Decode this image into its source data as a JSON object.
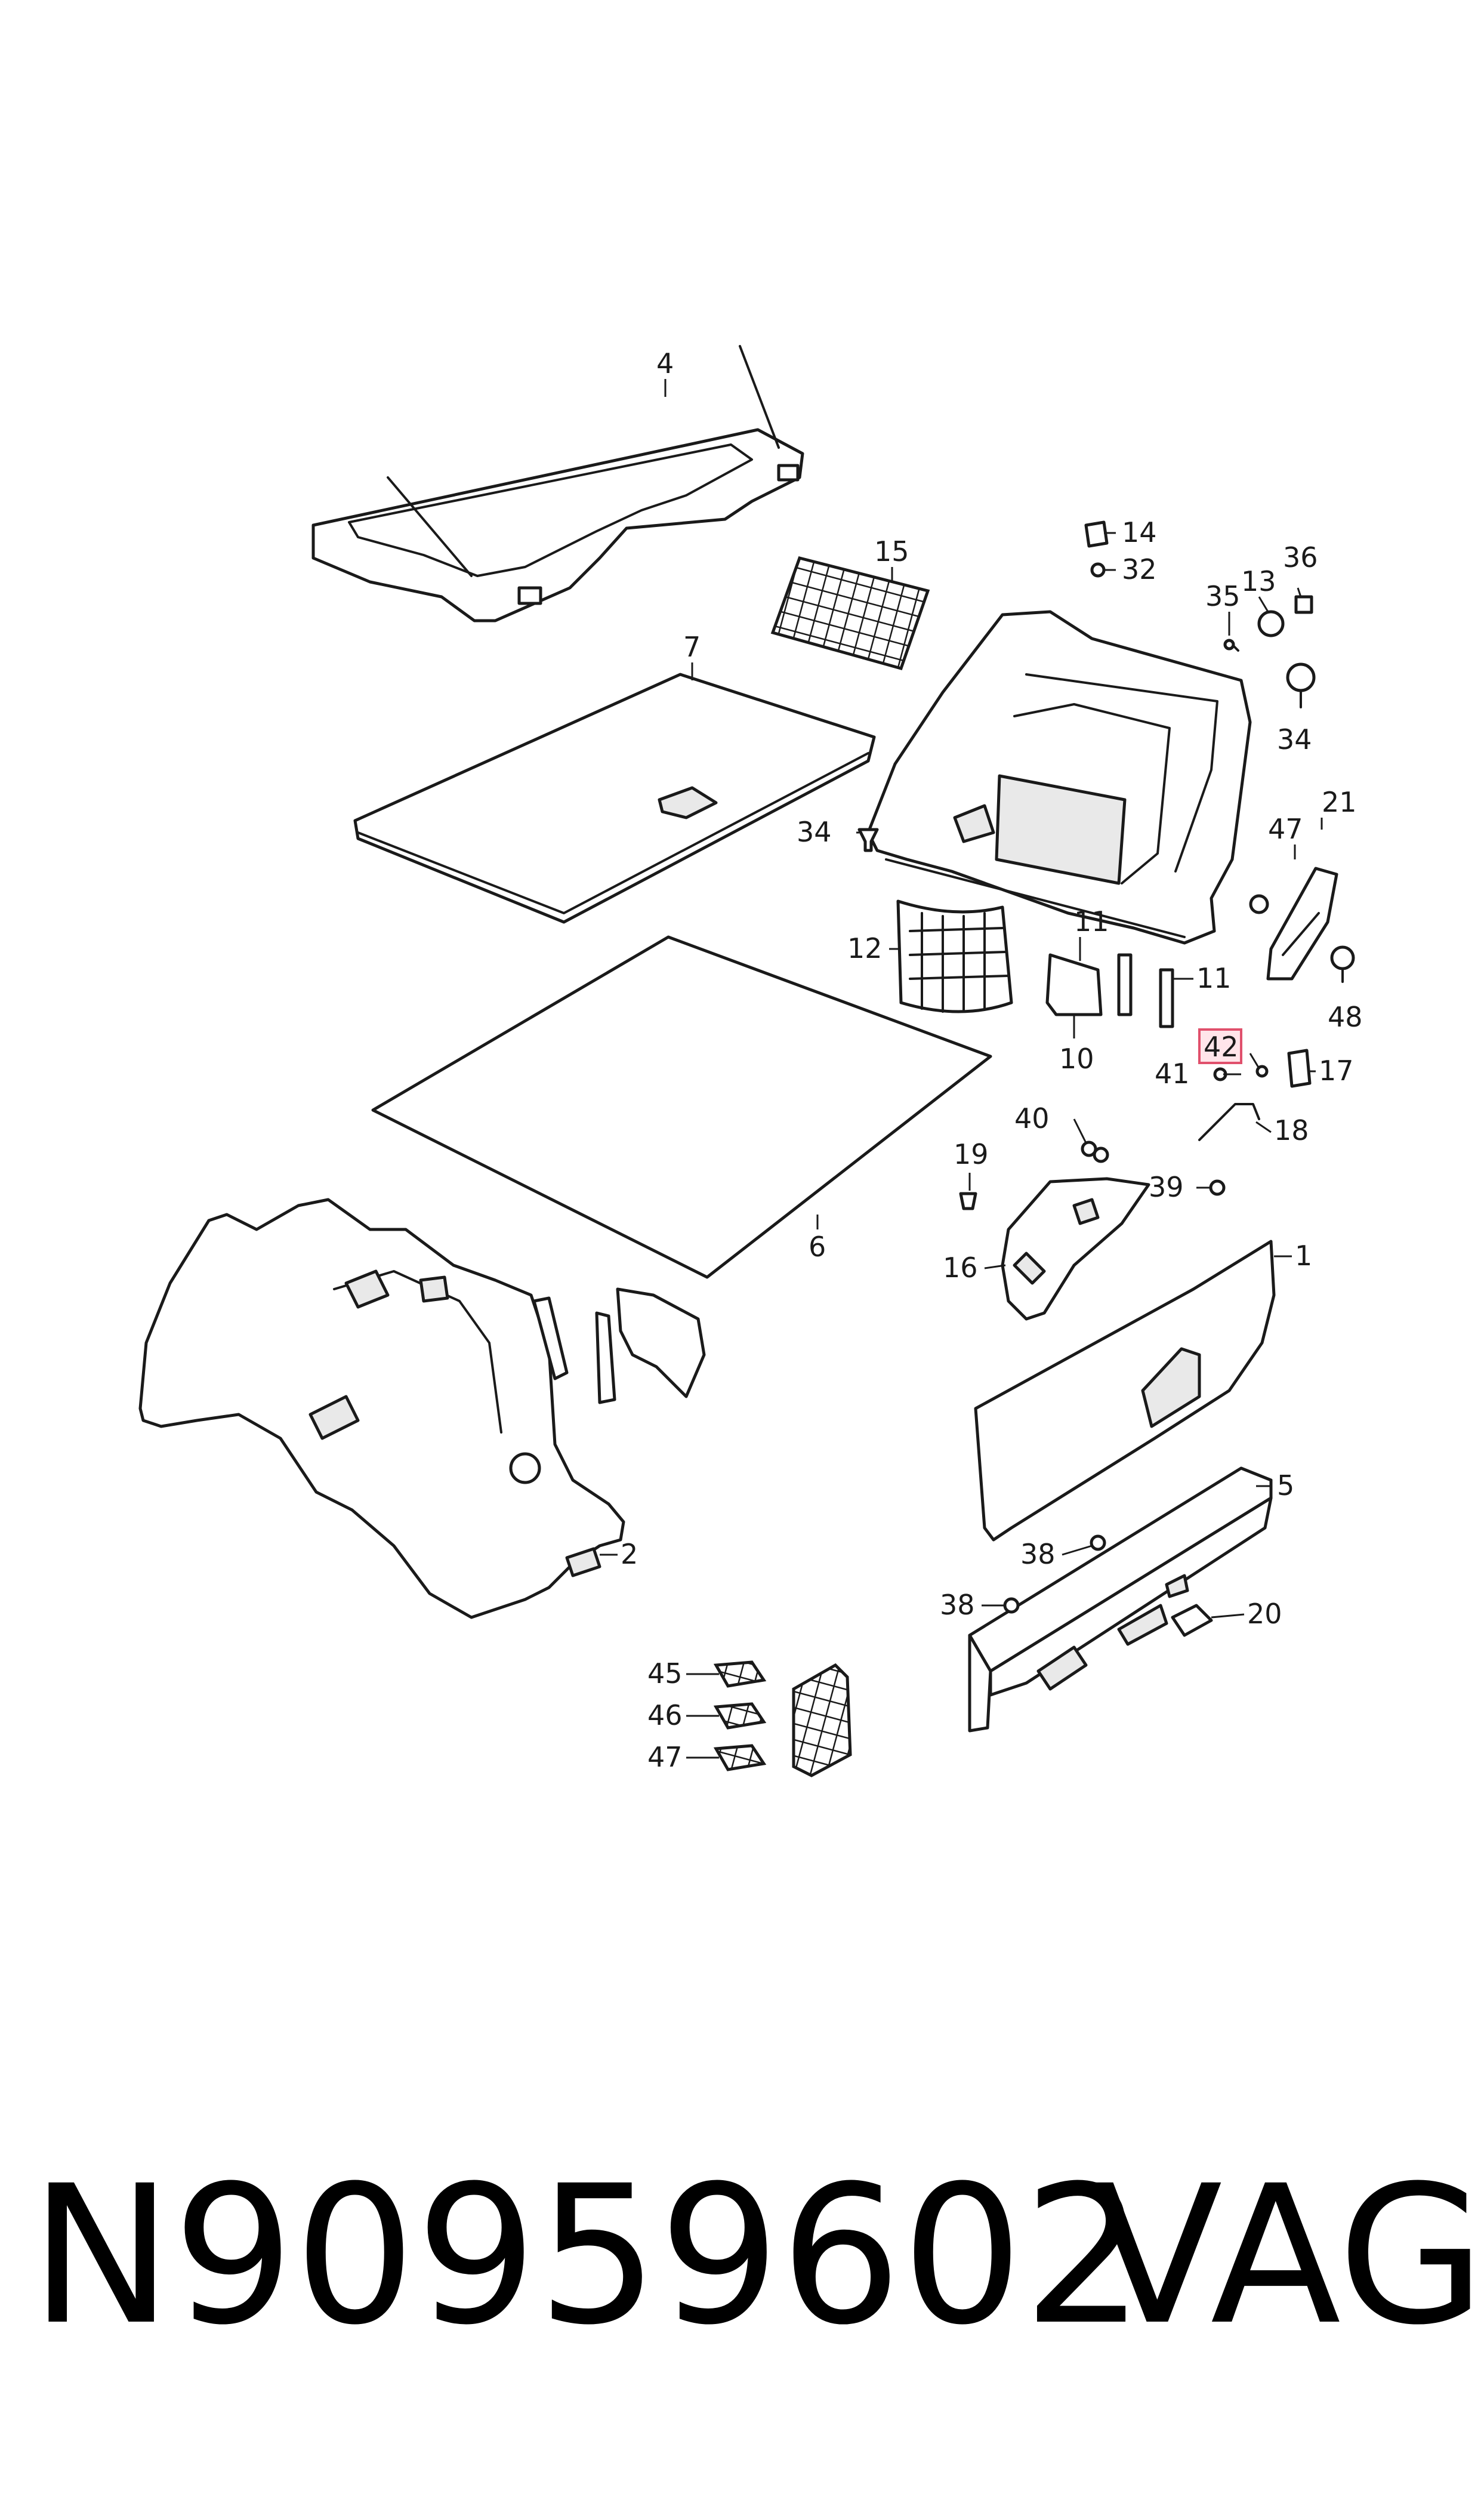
{
  "highlight_color": "#e0506c",
  "callouts": {
    "c1": "1",
    "c2": "2",
    "c4": "4",
    "c5": "5",
    "c6": "6",
    "c7": "7",
    "c10": "10",
    "c11a": "11",
    "c11b": "11",
    "c12": "12",
    "c13": "13",
    "c14": "14",
    "c15": "15",
    "c16": "16",
    "c17": "17",
    "c18": "18",
    "c19": "19",
    "c20": "20",
    "c21": "21",
    "c32": "32",
    "c34a": "34",
    "c34b": "34",
    "c35": "35",
    "c36": "36",
    "c38a": "38",
    "c38b": "38",
    "c39": "39",
    "c40": "40",
    "c41": "41",
    "c42": "42",
    "c45": "45",
    "c46": "46",
    "c47a": "47",
    "c47b": "47",
    "c48": "48"
  },
  "footer": {
    "part_number": "N90959602",
    "brand": "VAG"
  }
}
